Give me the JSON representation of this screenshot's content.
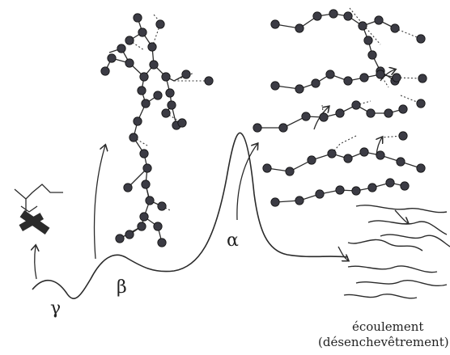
{
  "labels": {
    "gamma": "γ",
    "beta": "β",
    "alpha": "α",
    "flow": "écoulement",
    "flow_sub": "(désenchevêtrement)"
  },
  "colors": {
    "atom": "#3b3b44",
    "line": "#2a2a2a",
    "background": "#ffffff"
  }
}
